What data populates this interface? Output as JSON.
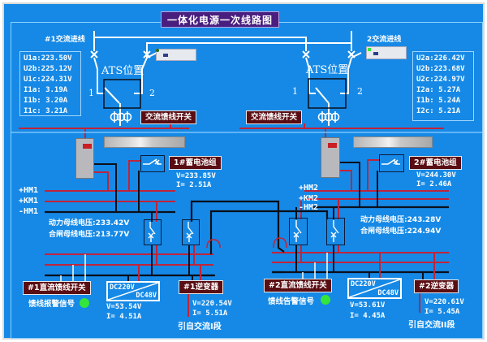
{
  "title": "一体化电源一次线路图",
  "ac_inputs": [
    {
      "label": "#1交流进线",
      "ats_label": "ATS位置",
      "pos1": "1",
      "pos2": "2",
      "feeder_switch": "交流馈线开关",
      "measurements": [
        "U1a:223.50V",
        "U2b:225.12V",
        "U1c:224.31V",
        "I1a:  3.19A",
        "I1b:  3.20A",
        "I1c:  3.21A"
      ]
    },
    {
      "label": "2交流进线",
      "ats_label": "ATS位置",
      "pos1": "1",
      "pos2": "2",
      "feeder_switch": "交流馈线开关",
      "measurements": [
        "U2a:226.42V",
        "U2b:223.68V",
        "U2c:224.97V",
        "I2a:  5.27A",
        "I1b:  5.24A",
        "I2c:  5.21A"
      ]
    }
  ],
  "sections": [
    {
      "battery": {
        "label": "1#蓄电池组",
        "voltage": "V=233.85V",
        "current": "I=  2.51A"
      },
      "buses": [
        "+HM1",
        "+KM1",
        "-HM1"
      ],
      "power_bus_voltage": "动力母线电压:233.42V",
      "closing_bus_voltage": "合闸母线电压:213.77V",
      "dc_feeder": "#1直流馈线开关",
      "alarm_label": "馈线报警信号",
      "alarm_color": "#35e63a",
      "converter": {
        "in": "DC220V",
        "out": "DC48V",
        "voltage": "V=53.54V",
        "current": "I= 4.51A"
      },
      "inverter": {
        "label": "#1逆变器",
        "voltage": "V=220.54V",
        "current": "I=   5.51A",
        "source": "引自交流I段"
      }
    },
    {
      "battery": {
        "label": "2#蓄电池组",
        "voltage": "V=244.30V",
        "current": "I=  2.46A"
      },
      "buses": [
        "+HM2",
        "+KM2",
        "-HM2"
      ],
      "power_bus_voltage": "动力母线电压:243.28V",
      "closing_bus_voltage": "合闸母线电压:224.94V",
      "dc_feeder": "#2直流馈线开关",
      "alarm_label": "馈线告警信号",
      "alarm_color": "#35e63a",
      "converter": {
        "in": "DC220V",
        "out": "DC48V",
        "voltage": "V=53.61V",
        "current": "I= 4.45A"
      },
      "inverter": {
        "label": "#2逆变器",
        "voltage": "V=220.61V",
        "current": "I=   5.45A",
        "source": "引自交流II段"
      }
    }
  ],
  "colors": {
    "background": "#1689e6",
    "bus_red": "#c0243a",
    "bus_black": "#0b0f1a",
    "wire_white": "#ffffff",
    "title_bg": "#4a1e7e",
    "label_bg": "#5a0d12"
  }
}
